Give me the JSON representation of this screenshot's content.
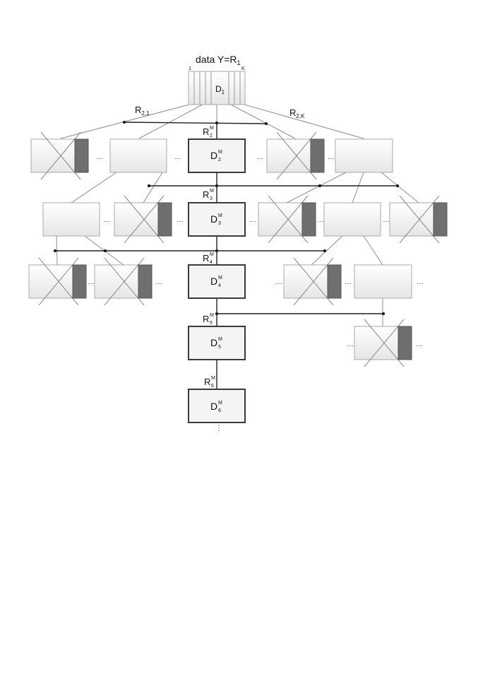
{
  "title": {
    "prefix": "data Y=R",
    "sub": "1"
  },
  "d1": {
    "base": "D",
    "sub": "1",
    "left_index": "1",
    "right_index": "K"
  },
  "r21": {
    "base": "R",
    "sub": "2,1"
  },
  "r2k": {
    "base": "R",
    "sub": "2,K"
  },
  "main_chain": [
    {
      "level": "2",
      "r_base": "R",
      "d_base": "D",
      "sup": "M"
    },
    {
      "level": "3",
      "r_base": "R",
      "d_base": "D",
      "sup": "M"
    },
    {
      "level": "4",
      "r_base": "R",
      "d_base": "D",
      "sup": "M"
    },
    {
      "level": "5",
      "r_base": "R",
      "d_base": "D",
      "sup": "M"
    },
    {
      "level": "6",
      "r_base": "R",
      "d_base": "D",
      "sup": "M"
    }
  ],
  "ellipsis": "…",
  "vertical_ellipsis": "⋮",
  "colors": {
    "gray_bar": "#6f6f6f",
    "box_fill": "#f2f2f2",
    "main_border": "#3a3a3a"
  }
}
